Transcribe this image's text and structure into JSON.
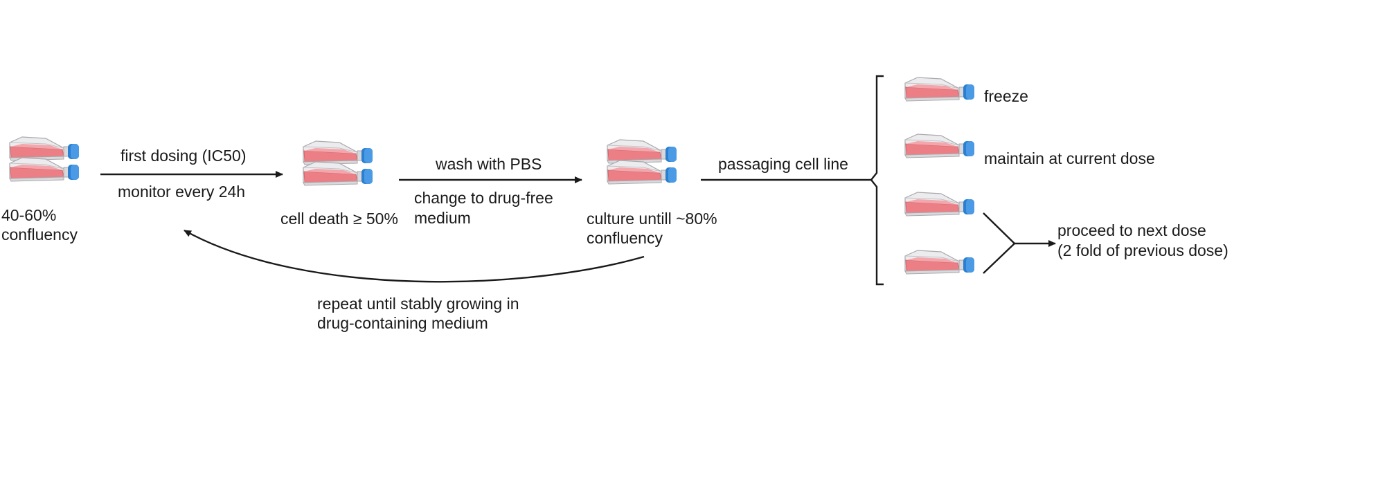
{
  "start": {
    "label_line1": "40-60%",
    "label_line2": "confluency"
  },
  "step1": {
    "label_above": "first dosing (IC50)",
    "label_below": "monitor every 24h"
  },
  "stage2": {
    "label": "cell death ≥ 50%"
  },
  "step2": {
    "label_above": "wash with PBS",
    "label_below_line1": "change to drug-free",
    "label_below_line2": "medium"
  },
  "stage3": {
    "label_line1": "culture untill ~80%",
    "label_line2": "confluency"
  },
  "loop": {
    "label_line1": "repeat until stably growing in",
    "label_line2": "drug-containing medium"
  },
  "step3": {
    "label": "passaging cell line"
  },
  "outcomes": {
    "freeze": "freeze",
    "maintain": "maintain at current dose",
    "next_line1": "proceed to next dose",
    "next_line2": "(2 fold of previous dose)"
  },
  "colors": {
    "flask_body": "#e8e8ea",
    "media": "#ec7f86",
    "cap": "#2a7fd0",
    "line": "#1a1a1a"
  }
}
